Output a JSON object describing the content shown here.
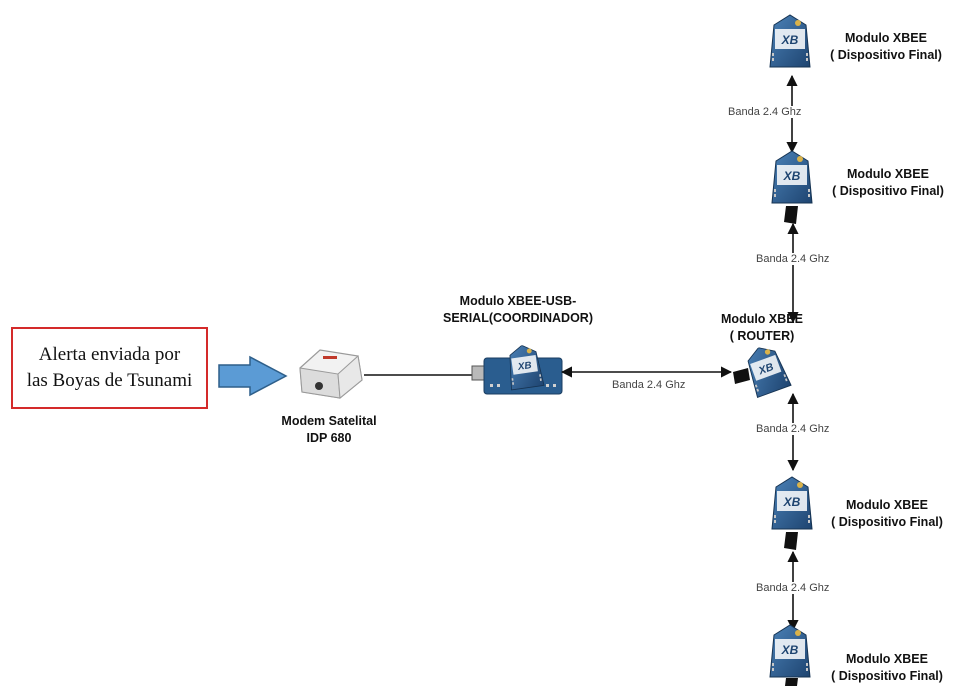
{
  "alert": {
    "line1": "Alerta  enviada por",
    "line2": "las Boyas de Tsunami"
  },
  "modem": {
    "line1": "Modem Satelital",
    "line2": "IDP 680"
  },
  "coordinator": {
    "line1": "Modulo XBEE-USB-",
    "line2": "SERIAL(COORDINADOR)"
  },
  "router": {
    "line1": "Modulo XBEE",
    "line2": "( ROUTER)"
  },
  "end_devices": [
    {
      "line1": "Modulo XBEE",
      "line2": "( Dispositivo Final)"
    },
    {
      "line1": "Modulo XBEE",
      "line2": "( Dispositivo Final)"
    },
    {
      "line1": "Modulo XBEE",
      "line2": "( Dispositivo Final)"
    },
    {
      "line1": "Modulo XBEE",
      "line2": "( Dispositivo Final)"
    }
  ],
  "links": {
    "coord_router": "Banda 2.4 Ghz",
    "ed1_ed2": "Banda 2.4 Ghz",
    "ed2_router": "Banda 2.4 Ghz",
    "router_ed3": "Banda 2.4 Ghz",
    "ed3_ed4": "Banda 2.4 Ghz"
  },
  "colors": {
    "alert_border": "#d42a2a",
    "arrow_fill": "#5b9bd5",
    "arrow_stroke": "#2e5f8a",
    "xbee_board": "#2c5c8f",
    "wire": "#111111"
  },
  "icons": {
    "input_arrow": "right-arrow-icon",
    "modem": "satellite-modem-icon",
    "xbee": "xbee-module-icon",
    "usb_board": "usb-serial-board-icon"
  }
}
